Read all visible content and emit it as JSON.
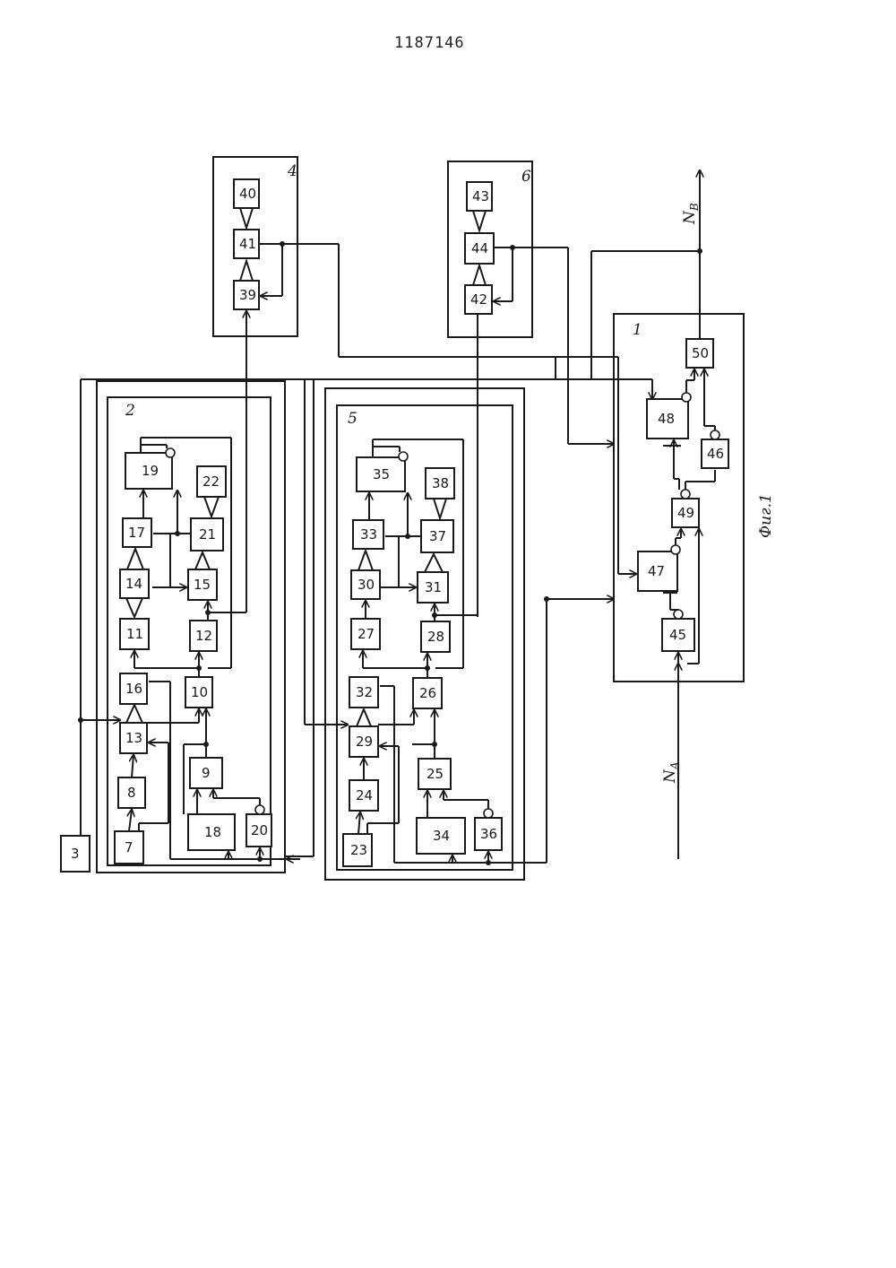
{
  "document": {
    "number": "1187146",
    "figure_caption": "Фиг.1"
  },
  "signals": {
    "input": "N",
    "input_sub": "A",
    "output": "N",
    "output_sub": "B"
  },
  "units": {
    "u1": "1",
    "u2": "2",
    "u3": "3",
    "u4": "4",
    "u5": "5",
    "u6": "6"
  },
  "blocks": {
    "b7": "7",
    "b8": "8",
    "b9": "9",
    "b10": "10",
    "b11": "11",
    "b12": "12",
    "b13": "13",
    "b14": "14",
    "b15": "15",
    "b16": "16",
    "b17": "17",
    "b18": "18",
    "b19": "19",
    "b20": "20",
    "b21": "21",
    "b22": "22",
    "b23": "23",
    "b24": "24",
    "b25": "25",
    "b26": "26",
    "b27": "27",
    "b28": "28",
    "b29": "29",
    "b30": "30",
    "b31": "31",
    "b32": "32",
    "b33": "33",
    "b34": "34",
    "b35": "35",
    "b36": "36",
    "b37": "37",
    "b38": "38",
    "b39": "39",
    "b40": "40",
    "b41": "41",
    "b42": "42",
    "b43": "43",
    "b44": "44",
    "b45": "45",
    "b46": "46",
    "b47": "47",
    "b48": "48",
    "b49": "49",
    "b50": "50"
  }
}
